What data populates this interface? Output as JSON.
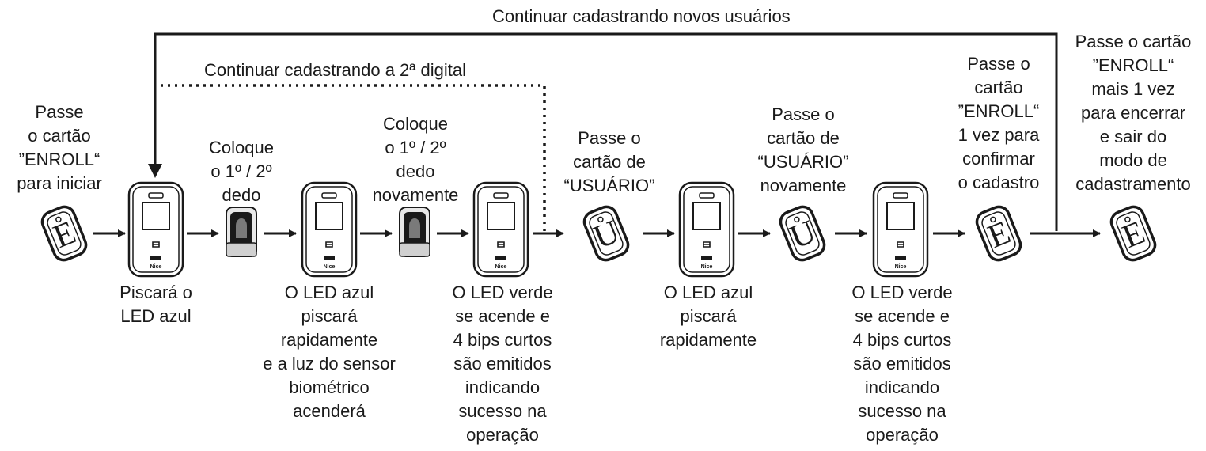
{
  "loop_labels": {
    "new_users": "Continuar cadastrando novos usuários",
    "second_finger": "Continuar cadastrando a 2ª digital"
  },
  "instructions": {
    "start": "Passe\no cartão\n”ENROLL“\npara iniciar",
    "finger_1": "Coloque\no 1º / 2º\ndedo",
    "finger_2": "Coloque\no 1º / 2º\ndedo\nnovamente",
    "user_card_1": "Passe o\ncartão de\n“USUÁRIO”",
    "user_card_2": "Passe o\ncartão de\n“USUÁRIO”\nnovamente",
    "confirm": "Passe o\ncartão\n”ENROLL“\n1 vez para\nconfirmar\no cadastro",
    "exit": "Passe o cartão\n”ENROLL“\nmais 1 vez\npara encerrar\ne sair do\nmodo de\ncadastramento"
  },
  "results": {
    "led_blue": "Piscará o\nLED azul",
    "led_blue_fast_sensor": "O LED azul\npiscará\nrapidamente\ne a luz do sensor\nbiométrico\nacenderá",
    "led_green_1": "O LED verde\nse acende e\n4 bips curtos\nsão emitidos\nindicando\nsucesso na\noperação",
    "led_blue_fast": "O LED azul\npiscará\nrapidamente",
    "led_green_2": "O LED verde\nse acende e\n4 bips curtos\nsão emitidos\nindicando\nsucesso na\noperação"
  },
  "cards": {
    "enroll_letter": "E",
    "user_letter": "U"
  },
  "device": {
    "brand": "Nice"
  },
  "colors": {
    "ink": "#1a1a1a",
    "background": "#ffffff"
  }
}
